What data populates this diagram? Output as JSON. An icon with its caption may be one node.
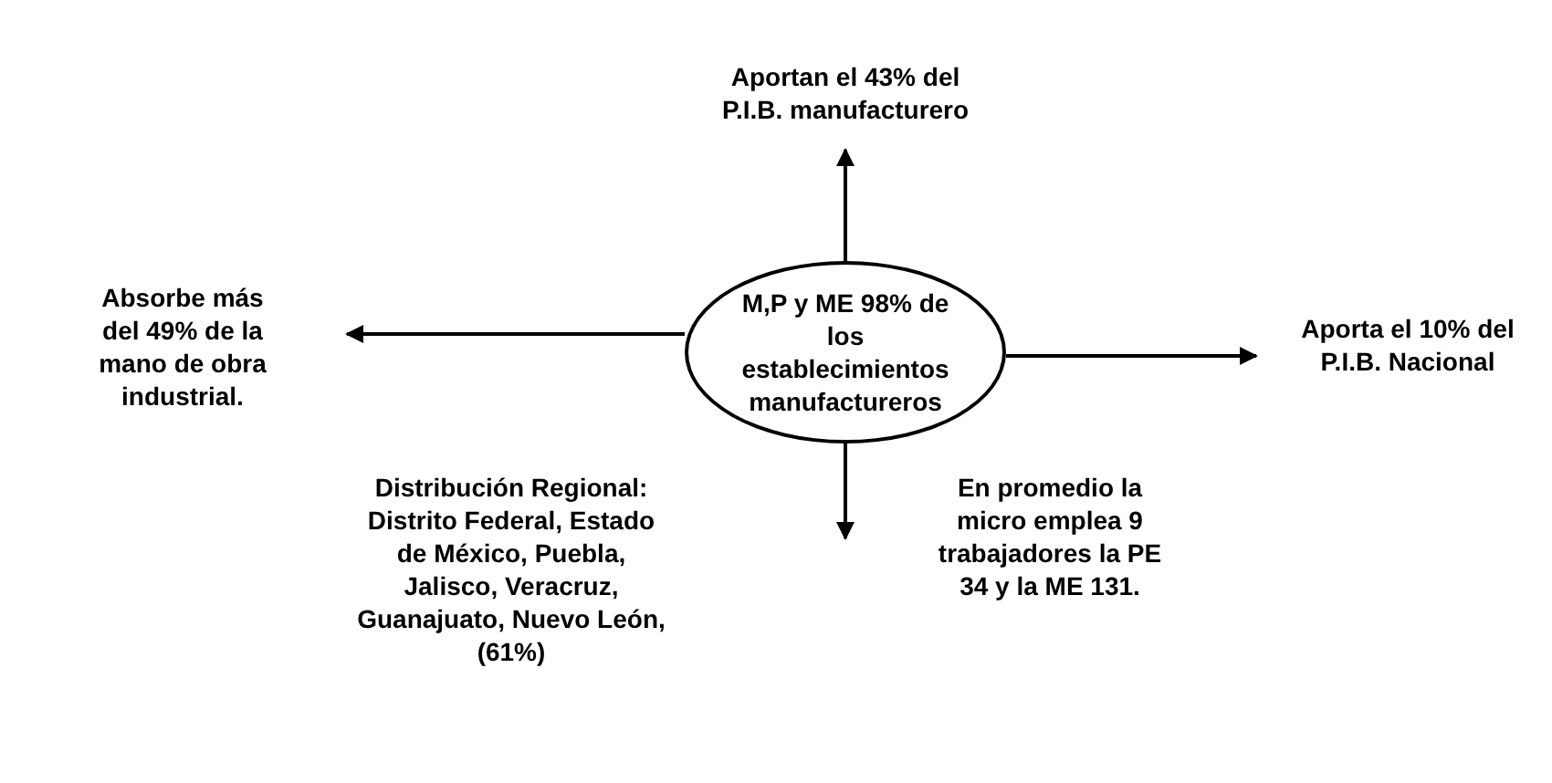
{
  "diagram": {
    "nodes": [
      {
        "text": [
          "M,P y ME 98% de los establecimientos manufactureros"
        ]
      },
      {
        "text": [
          "Aportan el 43% del P.I.B. manufacturero"
        ]
      },
      {
        "text": [
          "Absorbe más del 49% de la mano de obra industrial."
        ]
      },
      {
        "text": [
          "Aporta el 10% del P.I.B. Nacional"
        ]
      }
    ],
    "edges": [
      {
        "from": 0,
        "to": 1,
        "arrow": "to"
      },
      {
        "from": 0,
        "to": 2,
        "arrow": "to"
      },
      {
        "from": 0,
        "to": 3,
        "arrow": "to"
      },
      {
        "from": 0,
        "to": null,
        "arrow": "to"
      }
    ],
    "labels": [
      "Distribución Regional: Distrito Federal, Estado de México, Puebla, Jalisco, Veracruz, Guanajuato, Nuevo León, (61%)",
      "En promedio la micro emplea 9 trabajadores la PE 34 y la ME 131."
    ]
  }
}
